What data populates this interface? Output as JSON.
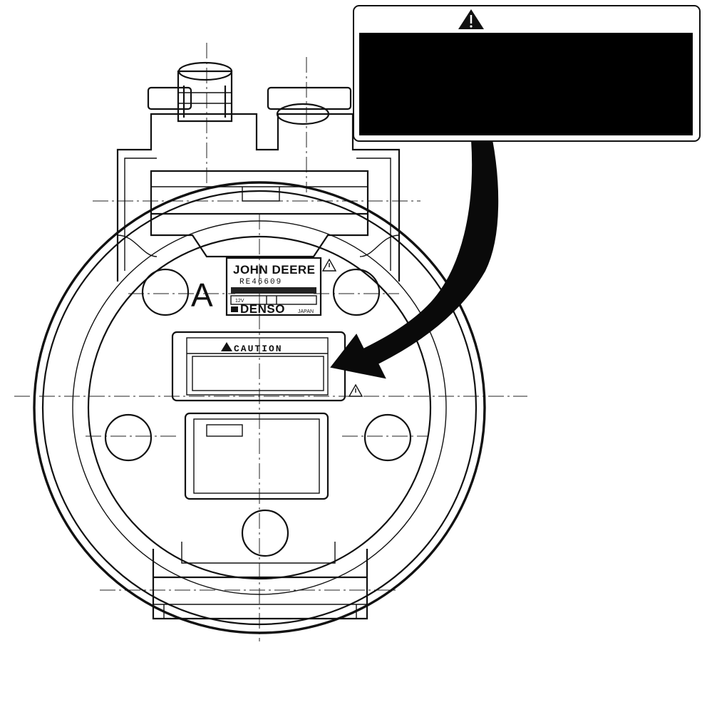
{
  "nameplate": {
    "brand": "JOHN DEERE",
    "part_number": "RE46609",
    "voltage": "12V",
    "maker": "DENSO",
    "country": "JAPAN"
  },
  "caution_label": {
    "heading": "CAUTION"
  },
  "view_marker": "A",
  "icons": [
    "warning-triangle-icon",
    "callout-arrow-icon"
  ],
  "colors": {
    "ink": "#111111",
    "label_fill": "#000000",
    "background": "#ffffff"
  }
}
